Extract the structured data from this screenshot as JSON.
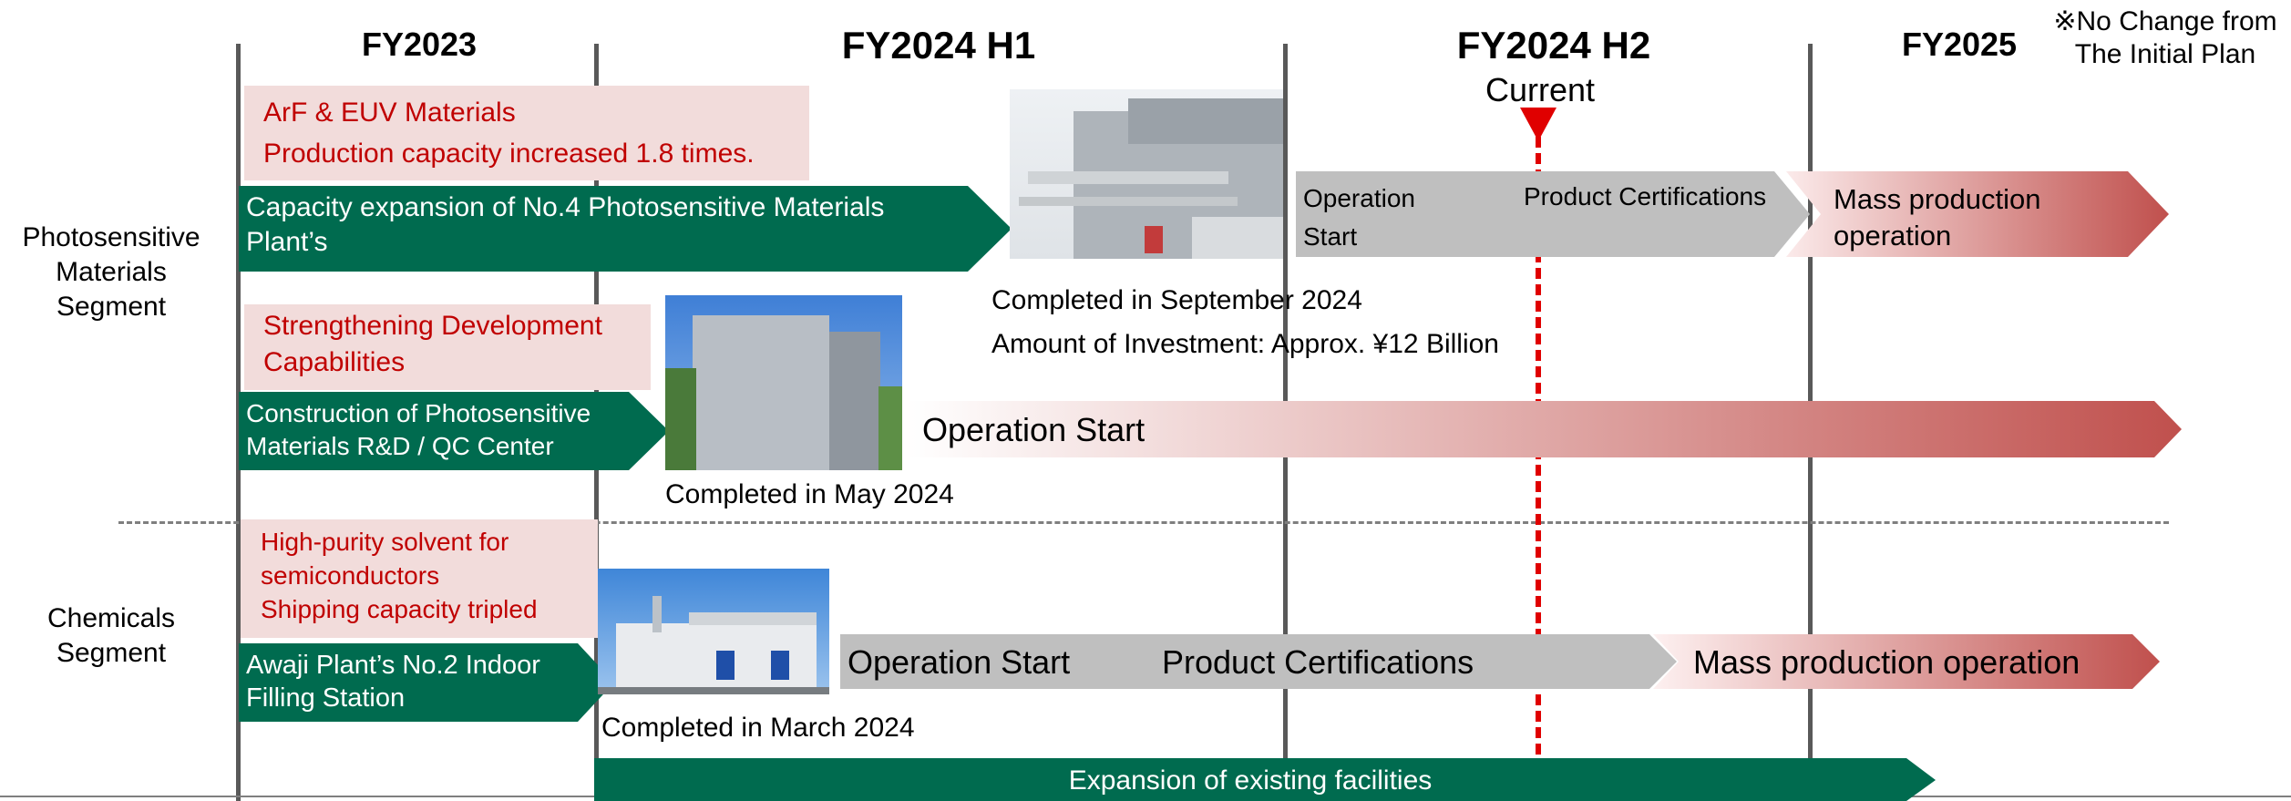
{
  "note": [
    "※No Change from",
    "The Initial Plan"
  ],
  "periods": {
    "fy2023": "FY2023",
    "fy2024h1": "FY2024 H1",
    "fy2024h2": "FY2024 H2",
    "fy2025": "FY2025"
  },
  "current_label": "Current",
  "segments": {
    "photosensitive": [
      "Photosensitive",
      "Materials",
      "Segment"
    ],
    "chemicals": [
      "Chemicals",
      "Segment"
    ]
  },
  "rows": {
    "arf": {
      "highlight": [
        "ArF & EUV Materials",
        "Production capacity increased 1.8 times."
      ],
      "project": [
        "Capacity expansion of No.4 Photosensitive Materials",
        "Plant’s"
      ],
      "stage1": [
        "Operation",
        "Start"
      ],
      "stage2": "Product Certifications",
      "stage3": [
        "Mass production",
        "operation"
      ],
      "caption": [
        "Completed in September 2024",
        "Amount of Investment: Approx. ¥12 Billion"
      ]
    },
    "rd": {
      "highlight": [
        "Strengthening Development",
        "Capabilities"
      ],
      "project": [
        "Construction of Photosensitive",
        "Materials R&D / QC Center"
      ],
      "stage1": "Operation Start",
      "caption": "Completed in May 2024"
    },
    "solvent": {
      "highlight": [
        "High-purity solvent for",
        "semiconductors",
        "Shipping capacity tripled"
      ],
      "project": [
        "Awaji Plant’s No.2 Indoor",
        "Filling Station"
      ],
      "stage1": "Operation Start",
      "stage2": "Product Certifications",
      "stage3": "Mass production operation",
      "caption": "Completed in March 2024"
    },
    "existing": {
      "project": "Expansion of existing facilities"
    }
  },
  "colors": {
    "green": "#006b4f",
    "pink": "#f2dcdb",
    "red_text": "#c00000",
    "current_marker": "#e00000",
    "gray_bar": "#bfbfbf",
    "red_gradient_end": "#c0504d"
  },
  "icons": [
    "current-marker-triangle-icon"
  ]
}
